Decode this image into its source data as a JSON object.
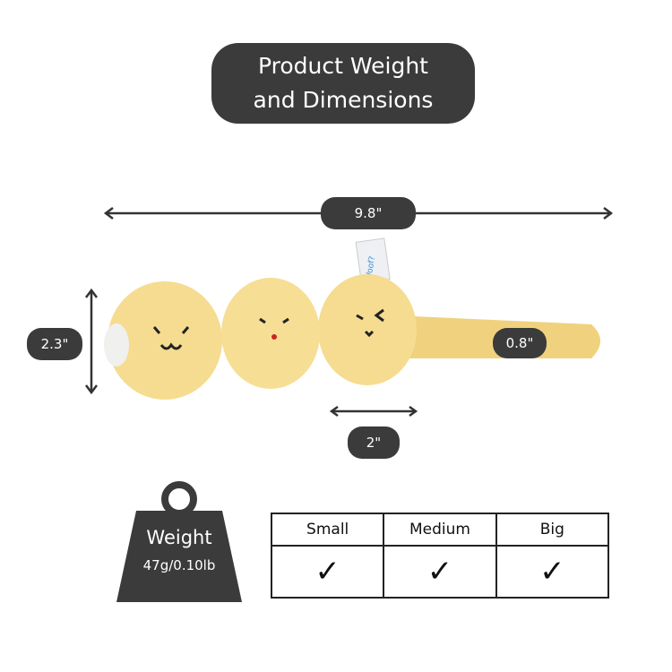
{
  "title": {
    "line1": "Product Weight",
    "line2": "and Dimensions"
  },
  "dimensions": {
    "length": "9.8\"",
    "height": "2.3\"",
    "stick_diameter": "0.8\"",
    "ball_width": "2\""
  },
  "product": {
    "tag_logo_text": "Woof?"
  },
  "weight": {
    "label": "Weight",
    "value": "47g/0.10lb"
  },
  "size_table": {
    "columns": [
      "Small",
      "Medium",
      "Big"
    ],
    "checks": [
      "✓",
      "✓",
      "✓"
    ]
  },
  "colors": {
    "dark": "#3b3b3b",
    "toy": "#f3d98c"
  }
}
